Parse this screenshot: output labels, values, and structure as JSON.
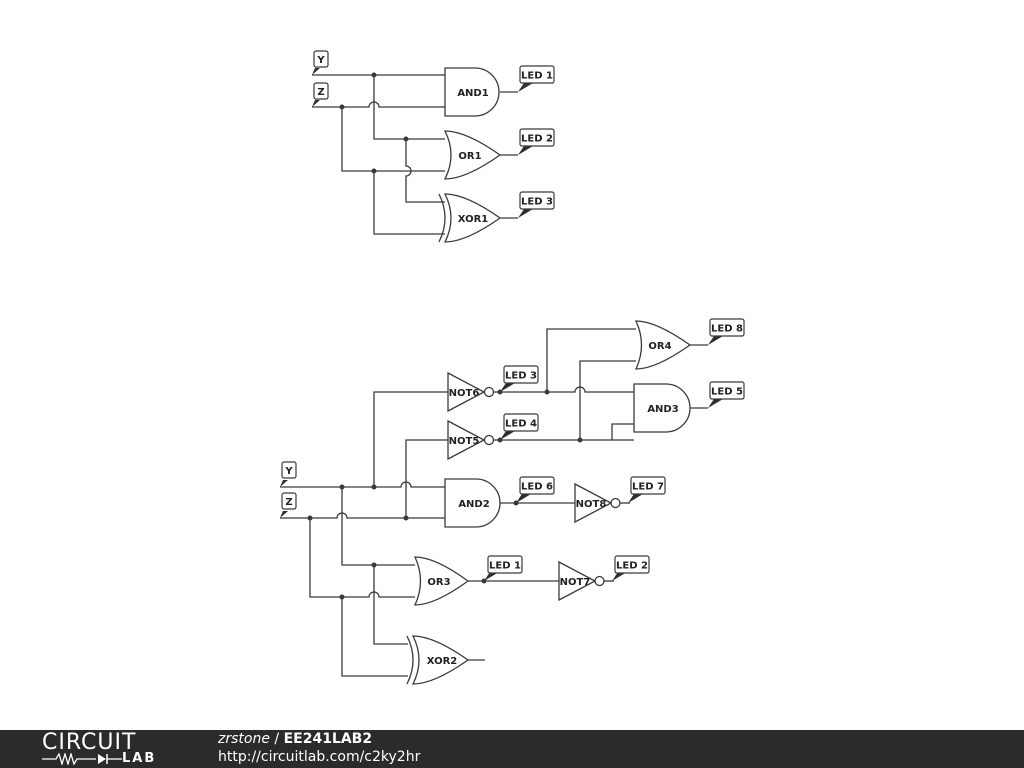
{
  "circuit1": {
    "inputs": {
      "y": "Y",
      "z": "Z"
    },
    "gates": {
      "and1": "AND1",
      "or1": "OR1",
      "xor1": "XOR1"
    },
    "leds": {
      "led1": "LED 1",
      "led2": "LED 2",
      "led3": "LED 3"
    }
  },
  "circuit2": {
    "inputs": {
      "y": "Y",
      "z": "Z"
    },
    "gates": {
      "not6": "NOT6",
      "not5": "NOT5",
      "or4": "OR4",
      "and3": "AND3",
      "and2": "AND2",
      "not8": "NOT8",
      "or3": "OR3",
      "not7": "NOT7",
      "xor2": "XOR2"
    },
    "leds": {
      "led8": "LED 8",
      "led5": "LED 5",
      "led3": "LED 3",
      "led4": "LED 4",
      "led6": "LED 6",
      "led7": "LED 7",
      "led1": "LED 1",
      "led2": "LED 2"
    }
  },
  "footer": {
    "logo_top": "CIRCUIT",
    "logo_bottom": "LAB",
    "author": "zrstone",
    "separator": " / ",
    "project": "EE241LAB2",
    "url": "http://circuitlab.com/c2ky2hr"
  }
}
